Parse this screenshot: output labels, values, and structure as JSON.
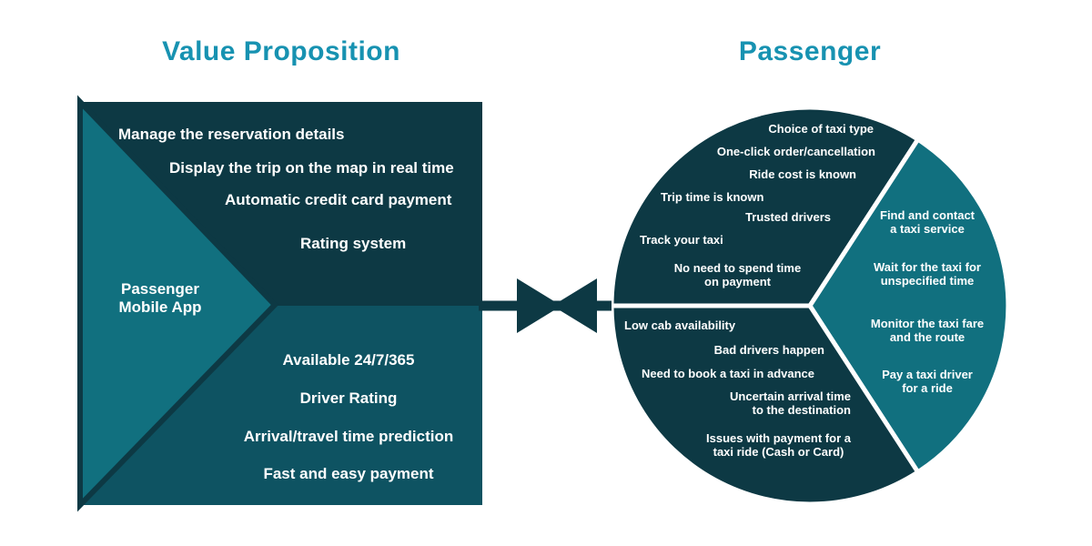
{
  "colors": {
    "dark": "#0d3944",
    "mid": "#0e5362",
    "light": "#11707f",
    "title": "#1792b1",
    "text": "#ffffff",
    "gap": "#ffffff"
  },
  "titles": {
    "left": "Value Proposition",
    "right": "Passenger"
  },
  "value_map": {
    "products_services": [
      "Passenger",
      "Mobile App"
    ],
    "gain_creators": [
      "Manage the reservation details",
      "Display the trip on the map in real time",
      "Automatic credit card payment",
      "Rating system"
    ],
    "pain_relievers": [
      "Available 24/7/365",
      "Driver Rating",
      "Arrival/travel time prediction",
      "Fast and easy payment"
    ]
  },
  "customer_profile": {
    "gains": [
      "Choice of taxi type",
      "One-click order/cancellation",
      "Ride cost is known",
      "Trip time is known",
      "Trusted drivers",
      "Track your taxi",
      [
        "No need to spend time",
        "on payment"
      ]
    ],
    "jobs": [
      [
        "Find and contact",
        "a taxi service"
      ],
      [
        "Wait for the taxi for",
        "unspecified time"
      ],
      [
        "Monitor the taxi fare",
        "and the route"
      ],
      [
        "Pay a taxi driver",
        "for a ride"
      ]
    ],
    "pains": [
      "Low cab availability",
      "Bad drivers happen",
      "Need to book a taxi in advance",
      [
        "Uncertain arrival time",
        "to the destination"
      ],
      [
        "Issues with payment for a",
        "taxi ride (Cash or Card)"
      ]
    ]
  }
}
